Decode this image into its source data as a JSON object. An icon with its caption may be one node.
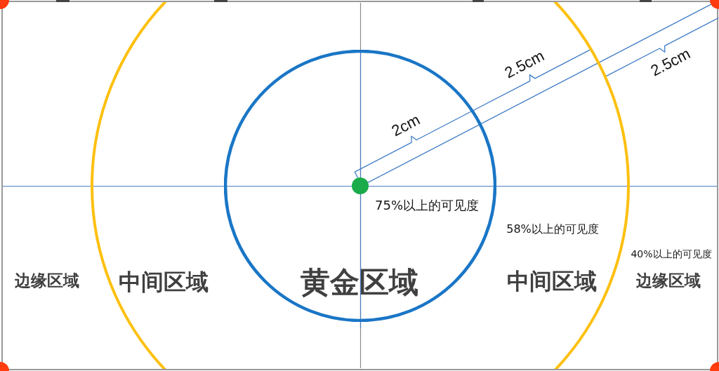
{
  "diagram": {
    "nodes": [
      {
        "text": [
          "58%以上的可见度",
          "中间区域",
          "中间区域"
        ]
      },
      {
        "text": [
          "75%以上的可见度",
          "黄金区域"
        ],
        "in": 0
      }
    ],
    "labels": [
      "2.5cm",
      "2.5cm",
      "2cm",
      "40%以上的可见度",
      "边缘区域",
      "边缘区域"
    ]
  }
}
